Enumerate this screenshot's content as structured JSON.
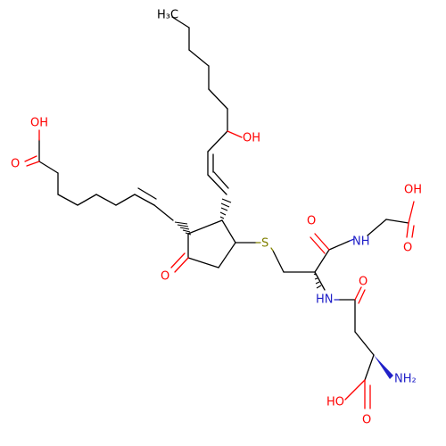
{
  "colors": {
    "bond": "#000000",
    "oxygen": "#ff0000",
    "nitrogen": "#2020c8",
    "sulfur": "#808000",
    "carbon": "#000000",
    "background": "#ffffff"
  },
  "labels": {
    "ch3": "H₃C",
    "acid_oh": "OH",
    "acid_o": "O",
    "hydroxyl": "OH",
    "ketone_o": "O",
    "thioether_s": "S",
    "amide1_o": "O",
    "amide1_nh": "NH",
    "gly_oh": "OH",
    "gly_o": "O",
    "amide2_hn": "HN",
    "amide2_o": "O",
    "nh2": "NH₂",
    "glu_ho": "HO",
    "glu_o": "O"
  }
}
